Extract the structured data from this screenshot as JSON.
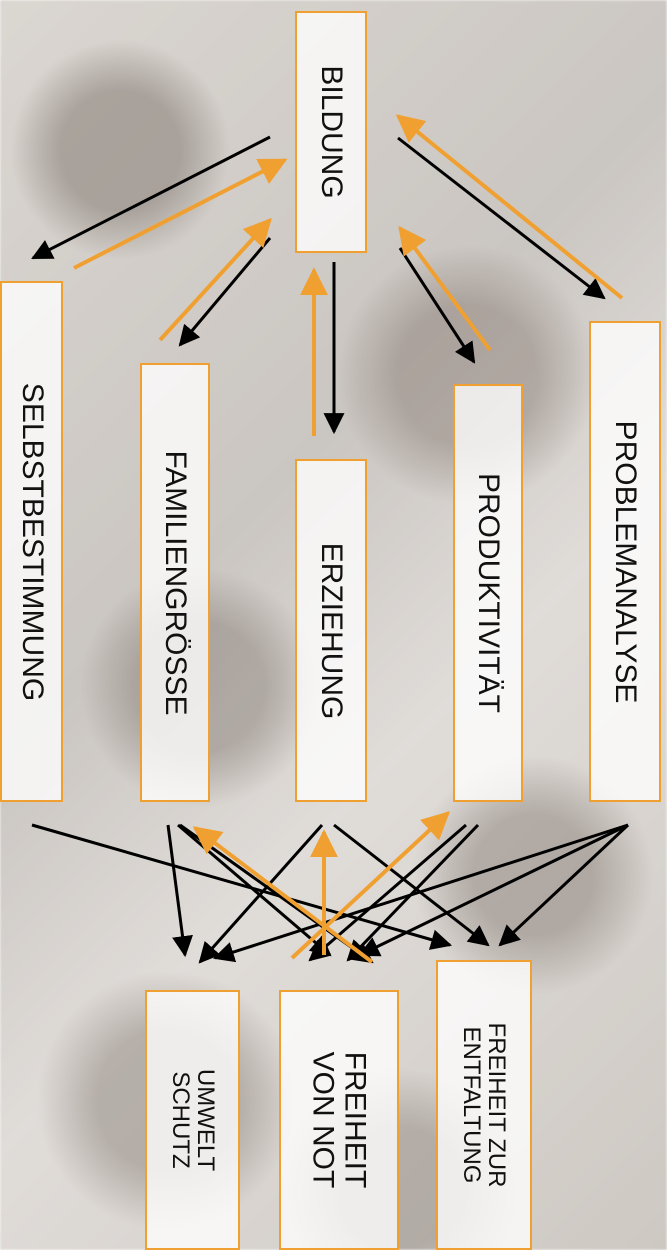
{
  "diagram": {
    "center": "BILDUNG",
    "factors": [
      "SELBSTBESTIMMUNG",
      "FAMILIENGRÖSSE",
      "ERZIEHUNG",
      "PRODUKTIVITÄT",
      "PROBLEMANALYSE"
    ],
    "outcomes": [
      {
        "line1": "UMWELT",
        "line2": "SCHUTZ"
      },
      {
        "line1": "FREIHEIT",
        "line2": "VON NOT"
      },
      {
        "line1": "FREIHEIT ZUR",
        "line2": "ENTFALTUNG"
      }
    ],
    "colors": {
      "box_border": "#f0a030",
      "arrow_orange": "#f0a030",
      "arrow_black": "#000000"
    }
  }
}
